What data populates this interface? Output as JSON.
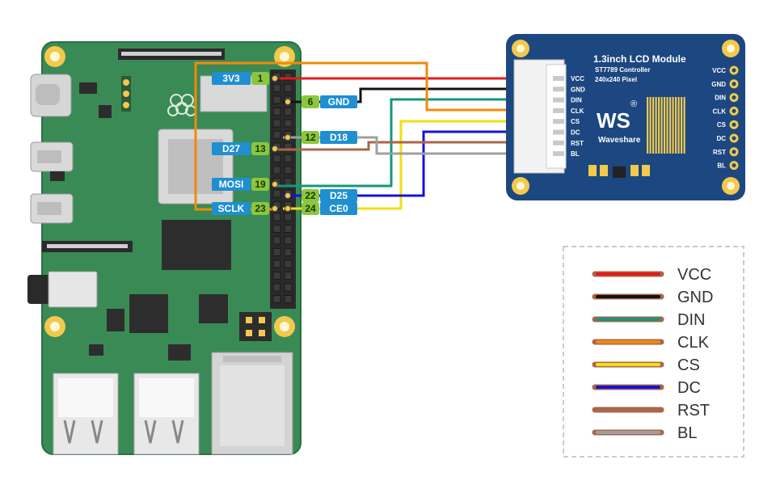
{
  "pi_pins": [
    {
      "signal": "3V3",
      "pin": "1",
      "side": "left"
    },
    {
      "signal": "GND",
      "pin": "6",
      "side": "right"
    },
    {
      "signal": "D18",
      "pin": "12",
      "side": "right"
    },
    {
      "signal": "D27",
      "pin": "13",
      "side": "left"
    },
    {
      "signal": "MOSI",
      "pin": "19",
      "side": "left"
    },
    {
      "signal": "D25",
      "pin": "22",
      "side": "right"
    },
    {
      "signal": "SCLK",
      "pin": "23",
      "side": "left"
    },
    {
      "signal": "CE0",
      "pin": "24",
      "side": "right"
    }
  ],
  "lcd": {
    "title": "1.3inch LCD Module",
    "controller": "ST7789 Controller",
    "resolution": "240x240 Pixel",
    "brand": "Waveshare",
    "logo_text": "WS",
    "registered_mark": "®",
    "connector_pins": [
      "VCC",
      "GND",
      "DIN",
      "CLK",
      "CS",
      "DC",
      "RST",
      "BL"
    ],
    "side_pads": [
      "VCC",
      "GND",
      "DIN",
      "CLK",
      "CS",
      "DC",
      "RST",
      "BL"
    ]
  },
  "legend": [
    {
      "label": "VCC",
      "color": "#e41b1b"
    },
    {
      "label": "GND",
      "color": "#111111"
    },
    {
      "label": "DIN",
      "color": "#15967a"
    },
    {
      "label": "CLK",
      "color": "#f08a0b"
    },
    {
      "label": "CS",
      "color": "#f3de0f"
    },
    {
      "label": "DC",
      "color": "#1414d6"
    },
    {
      "label": "RST",
      "color": "#a8674a"
    },
    {
      "label": "BL",
      "color": "#a0a0a0"
    }
  ],
  "colors": {
    "pcb_green": "#3a8a55",
    "lcd_blue": "#1c4780",
    "pin_badge": "#8cc63f",
    "signal_badge": "#1f8fd1"
  }
}
